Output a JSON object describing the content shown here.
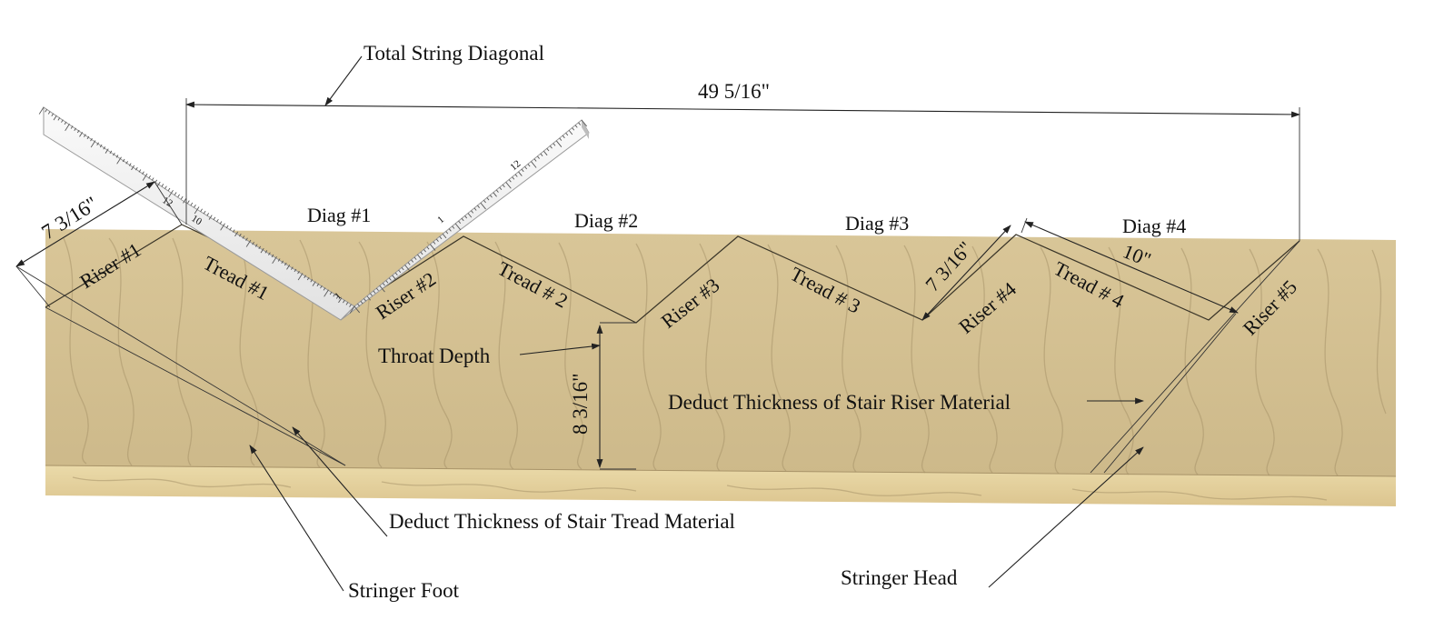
{
  "diagram": {
    "total_string_diagonal": "Total String Diagonal",
    "total_length": "49 5/16\"",
    "riser_dim_left": "7 3/16\"",
    "riser_dim_mid": "7 3/16\"",
    "tread_run": "10\"",
    "throat_height": "8 3/16\"",
    "throat_depth": "Throat Depth",
    "deduct_riser": "Deduct Thickness of Stair Riser Material",
    "deduct_tread": "Deduct Thickness of Stair Tread Material",
    "stringer_foot": "Stringer Foot",
    "stringer_head": "Stringer Head",
    "diagonals": [
      "Diag #1",
      "Diag #2",
      "Diag #3",
      "Diag #4"
    ],
    "risers": [
      "Riser #1",
      "Riser #2",
      "Riser #3",
      "Riser #4",
      "Riser #5"
    ],
    "treads": [
      "Tread #1",
      "Tread # 2",
      "Tread # 3",
      "Tread # 4"
    ],
    "square_marks": [
      "12",
      "10",
      "1",
      "12",
      "1"
    ],
    "colors": {
      "wood_face": "#dcc99e",
      "wood_grain": "#a8946a",
      "wood_edge": "#e8d7a8",
      "square": "#f2f2f2",
      "line": "#222222"
    }
  }
}
